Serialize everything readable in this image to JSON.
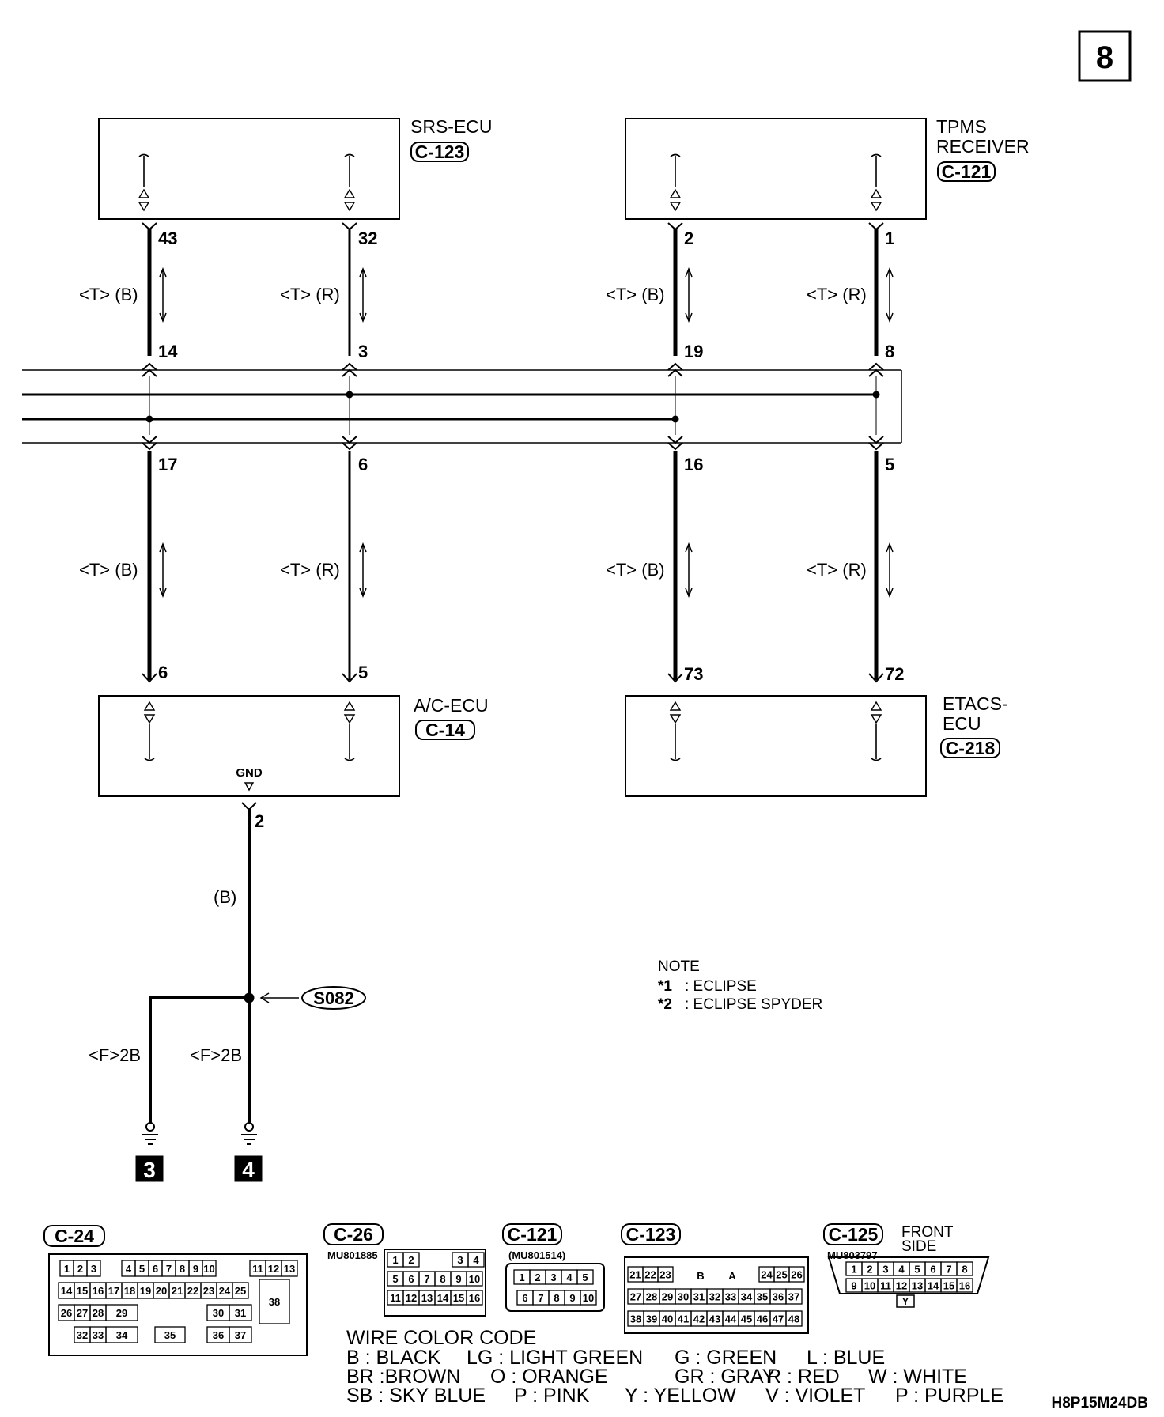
{
  "page_number": "8",
  "components": {
    "srs_ecu": {
      "name": "SRS-ECU",
      "connector": "C-123"
    },
    "tpms": {
      "name_line1": "TPMS",
      "name_line2": "RECEIVER",
      "connector": "C-121"
    },
    "ac_ecu": {
      "name": "A/C-ECU",
      "connector": "C-14",
      "gnd_label": "GND"
    },
    "etacs": {
      "name_line1": "ETACS-",
      "name_line2": "ECU",
      "connector": "C-218"
    }
  },
  "pins": {
    "w1": [
      "43",
      "14",
      "17",
      "6"
    ],
    "w2": [
      "32",
      "3",
      "6",
      "5"
    ],
    "w3": [
      "2",
      "19",
      "16",
      "73"
    ],
    "w4": [
      "1",
      "8",
      "5",
      "72"
    ],
    "gnd": "2"
  },
  "wire_labels": {
    "tb": "<T> (B)",
    "tr": "<T> (R)",
    "b": "(B)",
    "f2b": "<F>2B"
  },
  "splice": "S082",
  "grounds": [
    "3",
    "4"
  ],
  "note": {
    "title": "NOTE",
    "items": [
      {
        "mark": "*1",
        "text": ": ECLIPSE"
      },
      {
        "mark": "*2",
        "text": ": ECLIPSE SPYDER"
      }
    ]
  },
  "connectors": {
    "c24": {
      "code": "C-24",
      "row1": [
        "1",
        "2",
        "3",
        "4",
        "5",
        "6",
        "7",
        "8",
        "9",
        "10",
        "11",
        "12",
        "13"
      ],
      "row2": [
        "14",
        "15",
        "16",
        "17",
        "18",
        "19",
        "20",
        "21",
        "22",
        "23",
        "24",
        "25"
      ],
      "row3": [
        "26",
        "27",
        "28",
        "29",
        "30",
        "31",
        "38"
      ],
      "row4": [
        "32",
        "33",
        "34",
        "35",
        "36",
        "37"
      ]
    },
    "c26": {
      "code": "C-26",
      "part": "MU801885",
      "rows": [
        [
          "1",
          "2",
          "3",
          "4"
        ],
        [
          "5",
          "6",
          "7",
          "8",
          "9",
          "10"
        ],
        [
          "11",
          "12",
          "13",
          "14",
          "15",
          "16"
        ]
      ]
    },
    "c121": {
      "code": "C-121",
      "part": "(MU801514)",
      "rows": [
        [
          "1",
          "2",
          "3",
          "4",
          "5"
        ],
        [
          "6",
          "7",
          "8",
          "9",
          "10"
        ]
      ]
    },
    "c123": {
      "code": "C-123",
      "section_labels": [
        "B",
        "A"
      ],
      "rows": [
        [
          "21",
          "22",
          "23",
          "24",
          "25",
          "26"
        ],
        [
          "27",
          "28",
          "29",
          "30",
          "31",
          "32",
          "33",
          "34",
          "35",
          "36",
          "37"
        ],
        [
          "38",
          "39",
          "40",
          "41",
          "42",
          "43",
          "44",
          "45",
          "46",
          "47",
          "48"
        ]
      ]
    },
    "c125": {
      "code": "C-125",
      "part": "MU803797",
      "side_line1": "FRONT",
      "side_line2": "SIDE",
      "rows": [
        [
          "1",
          "2",
          "3",
          "4",
          "5",
          "6",
          "7",
          "8"
        ],
        [
          "9",
          "10",
          "11",
          "12",
          "13",
          "14",
          "15",
          "16"
        ]
      ],
      "key": "Y"
    }
  },
  "wire_color_code": {
    "title": "WIRE COLOR CODE",
    "lines": [
      [
        "B : BLACK",
        "LG : LIGHT GREEN",
        "G : GREEN",
        "L : BLUE"
      ],
      [
        "BR :BROWN",
        "O : ORANGE",
        "GR : GRAY",
        "R : RED",
        "W : WHITE"
      ],
      [
        "SB : SKY BLUE",
        "P : PINK",
        "Y : YELLOW",
        "V : VIOLET",
        "P : PURPLE"
      ]
    ]
  },
  "diagram_code": "H8P15M24DB"
}
